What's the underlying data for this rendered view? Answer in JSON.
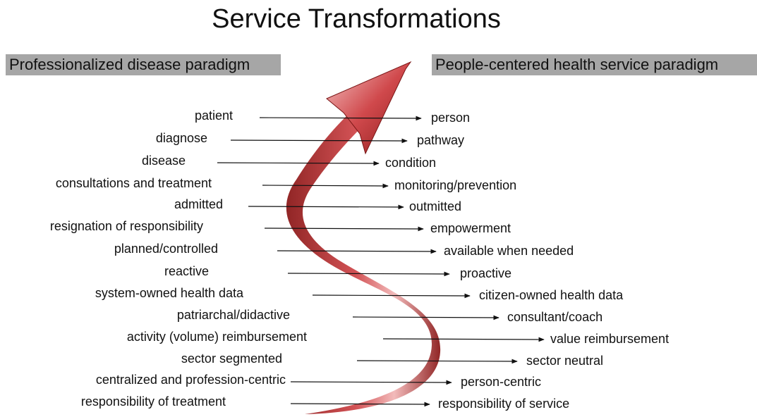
{
  "title": "Service Transformations",
  "headers": {
    "left": "Professionalized disease paradigm",
    "right": "People-centered health service paradigm"
  },
  "colors": {
    "header_bg": "#a6a6a6",
    "arrow_dark": "#8b1a1a",
    "arrow_mid": "#d0494c",
    "arrow_light": "#f2b7b7"
  },
  "transformations": [
    {
      "from": "patient",
      "to": "person"
    },
    {
      "from": "diagnose",
      "to": "pathway"
    },
    {
      "from": "disease",
      "to": "condition"
    },
    {
      "from": "consultations and treatment",
      "to": "monitoring/prevention"
    },
    {
      "from": "admitted",
      "to": "outmitted"
    },
    {
      "from": "resignation of responsibility",
      "to": "empowerment"
    },
    {
      "from": "planned/controlled",
      "to": "available when needed"
    },
    {
      "from": "reactive",
      "to": "proactive"
    },
    {
      "from": "system-owned health data",
      "to": "citizen-owned health data"
    },
    {
      "from": "patriarchal/didactive",
      "to": "consultant/coach"
    },
    {
      "from": "activity (volume) reimbursement",
      "to": "value reimbursement"
    },
    {
      "from": "sector segmented",
      "to": "sector neutral"
    },
    {
      "from": "centralized and profession-centric",
      "to": "person-centric"
    },
    {
      "from": "responsibility of treatment",
      "to": "responsibility of service"
    }
  ]
}
